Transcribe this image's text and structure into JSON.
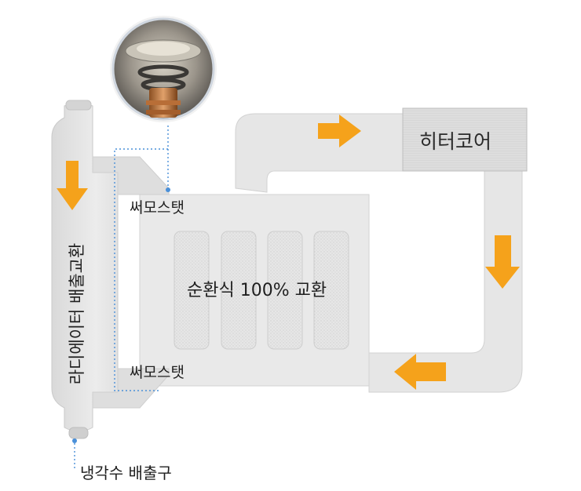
{
  "labels": {
    "thermostat_top": "써모스탯",
    "thermostat_bottom": "써모스탯",
    "heater_core": "히터코어",
    "center": "순환식 100% 교환",
    "radiator": "라디에이터 배출교환",
    "drain": "냉각수 배출구"
  },
  "colors": {
    "pipe": "#e4e4e4",
    "pipe_edge": "#cfcfcf",
    "arrow": "#f5a21b",
    "dotted_line": "#4a90d9",
    "heater_fill": "#dcdcdc"
  },
  "icons": {
    "thermostat_photo": "thermostat-photo-icon",
    "flow_arrows": "flow-arrow-icon"
  }
}
